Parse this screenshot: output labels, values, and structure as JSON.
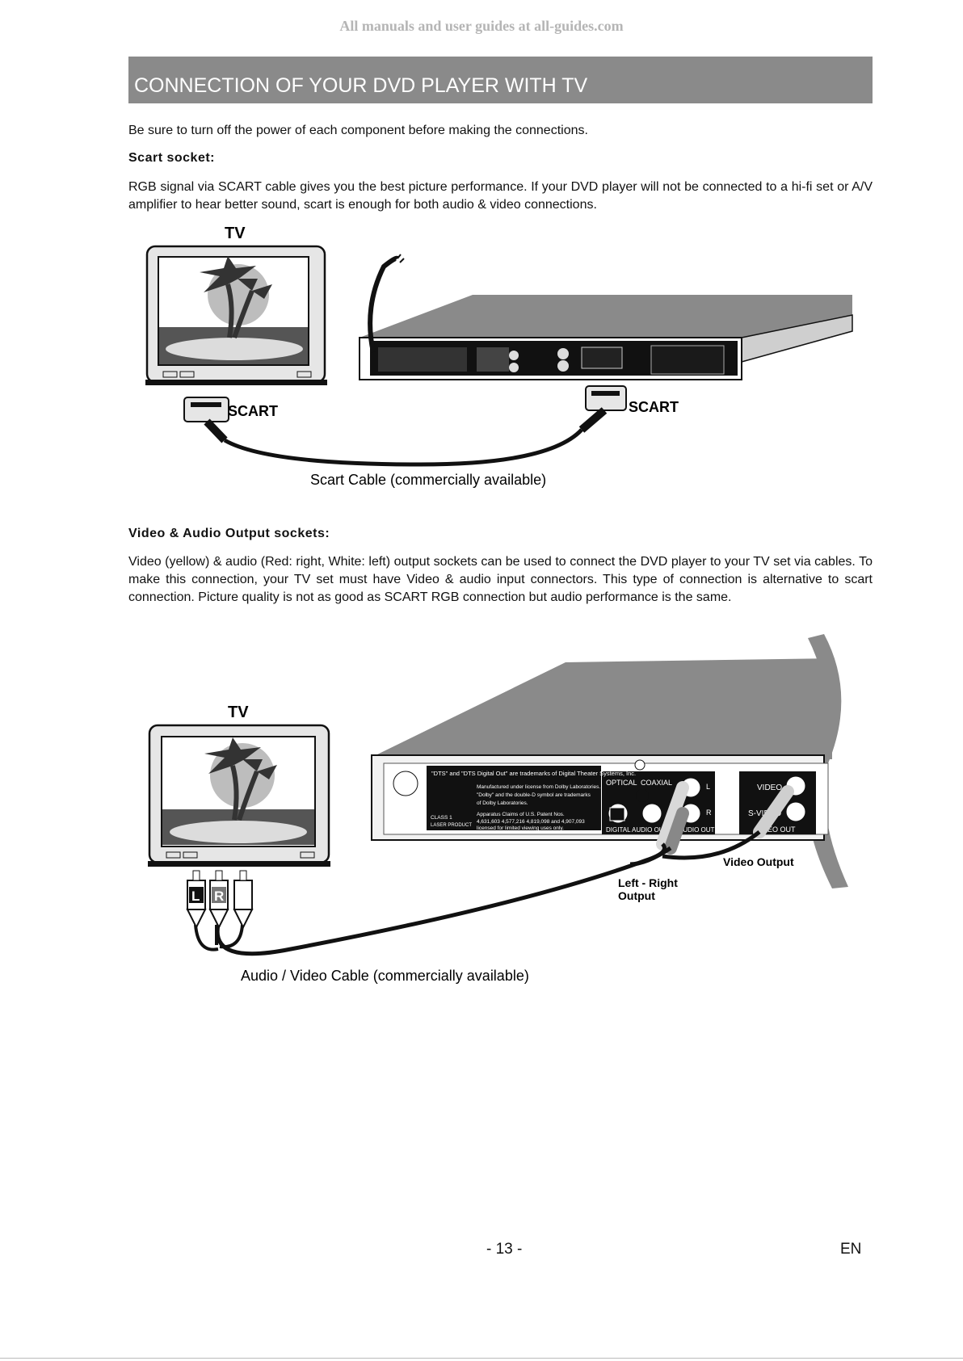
{
  "watermark": "All manuals and user guides at all-guides.com",
  "header": {
    "title": "CONNECTION OF YOUR DVD PLAYER WITH TV"
  },
  "intro": "Be sure to turn off the power of each component before making the connections.",
  "scart": {
    "heading": "Scart socket:",
    "body": "RGB signal via SCART cable gives you the best picture performance. If your DVD player will not be connected to a hi-fi set or A/V amplifier to hear better sound, scart is enough for both audio & video connections.",
    "diagram": {
      "tv_label": "TV",
      "scart_left": "SCART",
      "scart_right": "SCART",
      "caption": "Scart Cable (commercially available)"
    }
  },
  "av": {
    "heading": "Video & Audio Output sockets:",
    "body": "Video (yellow) & audio (Red: right, White: left) output sockets can be used to connect the DVD player to your TV set via cables. To make this connection, your TV set must have Video & audio input connectors. This type of connection is alternative to scart connection. Picture quality is not as good as SCART  RGB connection but audio performance is the same.",
    "diagram": {
      "tv_label": "TV",
      "plug_l": "L",
      "plug_r": "R",
      "video_output": "Video Output",
      "lr_output_line1": "Left - Right",
      "lr_output_line2": "Output",
      "caption": "Audio / Video Cable (commercially available)",
      "panel": {
        "dts_notice": "\"DTS\" and \"DTS Digital Out\" are trademarks of Digital Theater Systems, Inc.",
        "dolby_notice_1": "Manufactured under license from Dolby Laboratories.",
        "dolby_notice_2": "\"Dolby\" and the double-D symbol are trademarks",
        "dolby_notice_3": "of Dolby Laboratories.",
        "patent_1": "Apparatus Claims of U.S. Patent Nos.",
        "patent_2": "4,631,603 4,577,216 4,819,098 and 4,907,093",
        "patent_3": "licensed for limited viewing uses only.",
        "class_1": "CLASS 1",
        "class_2": "LASER PRODUCT",
        "optical": "OPTICAL",
        "coaxial": "COAXIAL",
        "digital_audio_out": "DIGITAL AUDIO OUT",
        "audio_out": "AUDIO OUT",
        "jack_l": "L",
        "jack_r": "R",
        "video": "VIDEO",
        "s_video": "S-VIDEO",
        "video_out": "VIDEO OUT"
      }
    }
  },
  "footer": {
    "page": "- 13 -",
    "lang": "EN"
  }
}
